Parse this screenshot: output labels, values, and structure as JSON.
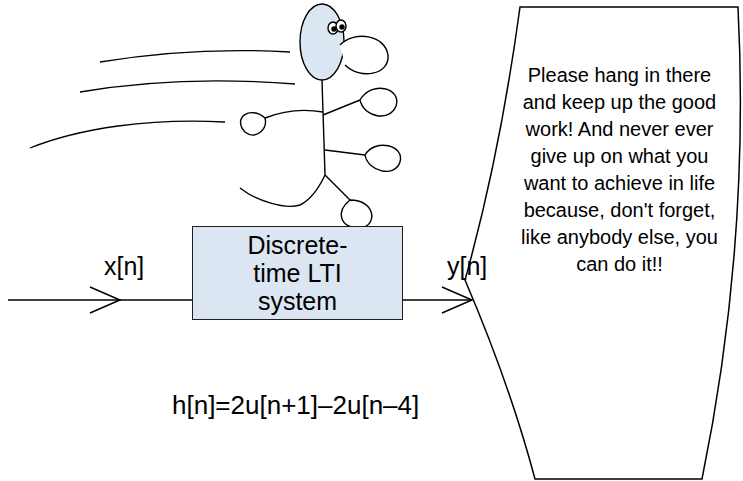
{
  "diagram": {
    "nodes": [
      {
        "text": [
          "Discrete-time LTI system"
        ]
      },
      {
        "text": [
          "Please hang in there and keep up the good work! And never ever give up on what you want to achieve in life because, don't forget, like anybody else, you can do it!!"
        ]
      }
    ],
    "edges": [
      {
        "from": 0,
        "to": 1,
        "arrow": "to"
      }
    ],
    "labels": [
      "x[n]",
      "y[n]",
      "h[n]=2u[n+1]–2u[n–4]"
    ]
  }
}
